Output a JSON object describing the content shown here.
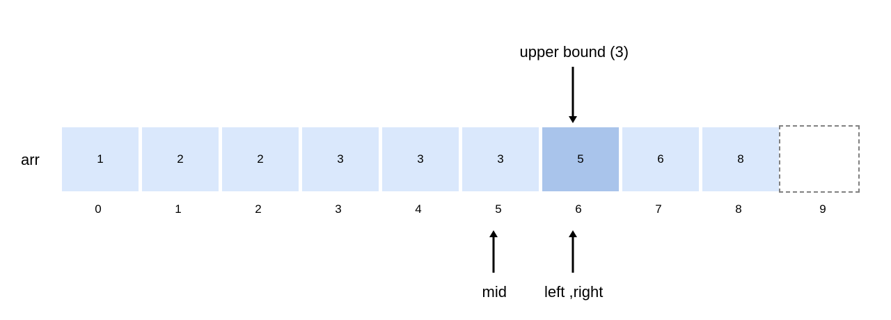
{
  "array_name": "arr",
  "cells": [
    {
      "index": "0",
      "value": "1",
      "highlight": false
    },
    {
      "index": "1",
      "value": "2",
      "highlight": false
    },
    {
      "index": "2",
      "value": "2",
      "highlight": false
    },
    {
      "index": "3",
      "value": "3",
      "highlight": false
    },
    {
      "index": "4",
      "value": "3",
      "highlight": false
    },
    {
      "index": "5",
      "value": "3",
      "highlight": false
    },
    {
      "index": "6",
      "value": "5",
      "highlight": true
    },
    {
      "index": "7",
      "value": "6",
      "highlight": false
    },
    {
      "index": "8",
      "value": "8",
      "highlight": false
    },
    {
      "index": "9",
      "value": "",
      "empty": true
    }
  ],
  "pointers": {
    "upper_bound": {
      "label": "upper bound (3)",
      "target_index": 6,
      "direction": "down"
    },
    "mid": {
      "label": "mid",
      "target_index": 5,
      "direction": "up"
    },
    "left_right": {
      "label": "left ,right",
      "target_index": 6,
      "direction": "up"
    }
  },
  "colors": {
    "cell_fill": "#dae8fc",
    "highlight_fill": "#a9c4eb",
    "empty_border": "#808080",
    "arrow": "#000000"
  }
}
